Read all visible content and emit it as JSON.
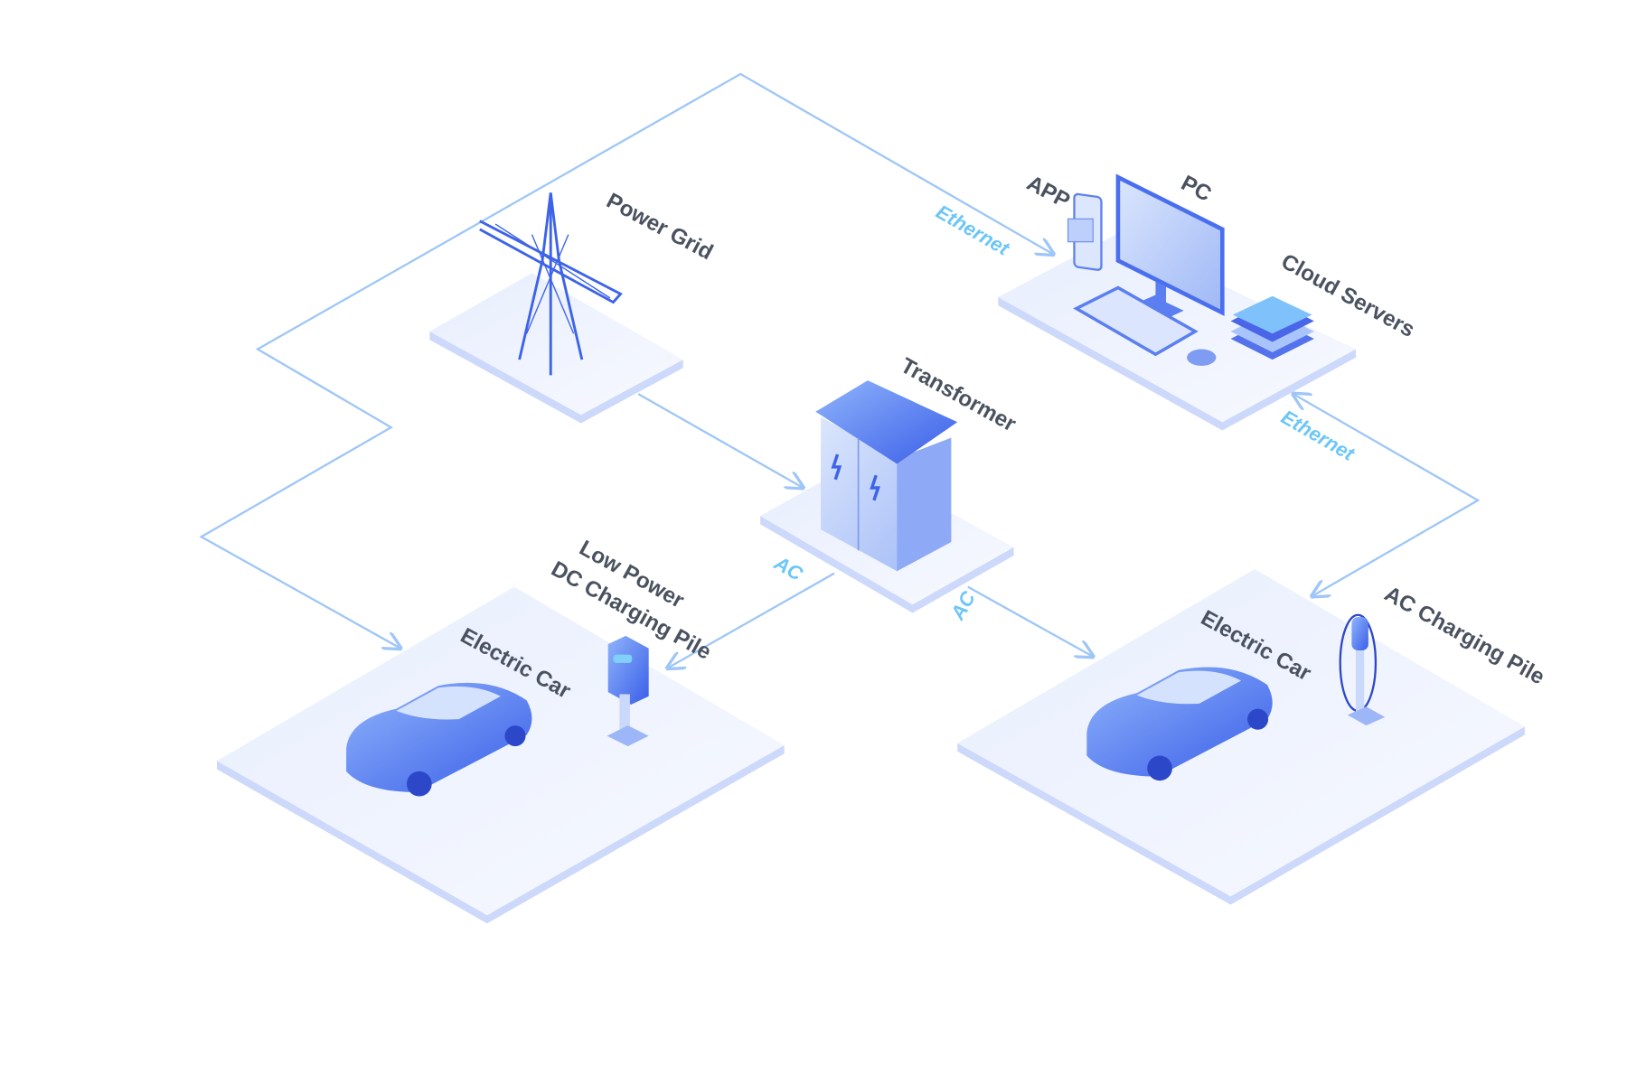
{
  "nodes": {
    "power_grid": "Power Grid",
    "transformer": "Transformer",
    "app": "APP",
    "pc": "PC",
    "cloud_servers": "Cloud Servers",
    "electric_car_left": "Electric Car",
    "dc_pile_line1": "Low Power",
    "dc_pile_line2": "DC Charging Pile",
    "electric_car_right": "Electric Car",
    "ac_pile": "AC Charging Pile"
  },
  "connections": {
    "ethernet_top": "Ethernet",
    "ethernet_right": "Ethernet",
    "ac_left": "AC",
    "ac_right": "AC"
  },
  "colors": {
    "line": "#9ec6f7",
    "connection_label": "#6cc6f7",
    "primary": "#3d63e8",
    "platform": "#eef2fd"
  }
}
